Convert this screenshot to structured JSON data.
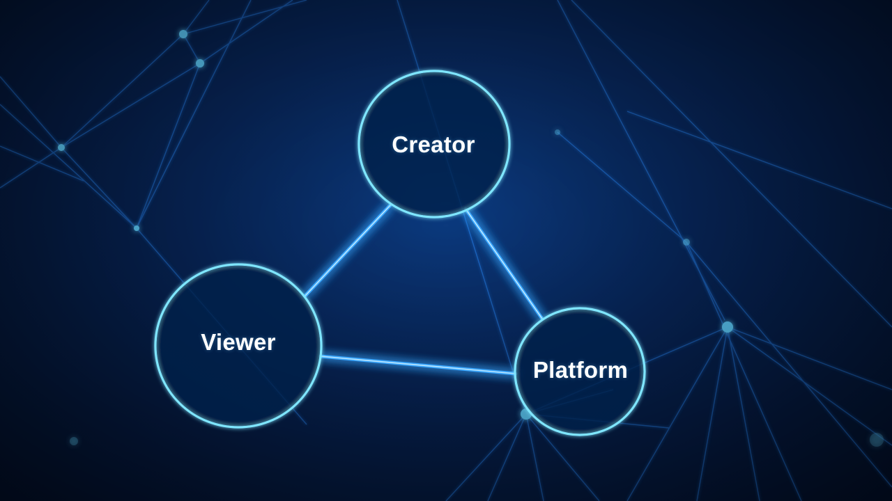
{
  "diagram": {
    "nodes": [
      {
        "id": "creator",
        "label": "Creator"
      },
      {
        "id": "viewer",
        "label": "Viewer"
      },
      {
        "id": "platform",
        "label": "Platform"
      }
    ],
    "edges": [
      {
        "from": "creator",
        "to": "viewer"
      },
      {
        "from": "creator",
        "to": "platform"
      },
      {
        "from": "viewer",
        "to": "platform"
      }
    ]
  },
  "colors": {
    "background": "#061a3a",
    "ring": "#7fe6ff",
    "edge": "#3aa8ff",
    "network": "#2b8cff"
  }
}
